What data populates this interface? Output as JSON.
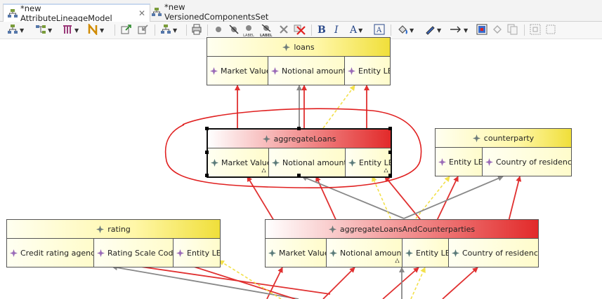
{
  "tabs": [
    {
      "label": "*new AttributeLineageModel",
      "active": true,
      "close_icon": "close-icon"
    },
    {
      "label": "*new VersionedComponentsSet",
      "active": false
    }
  ],
  "toolbar": {
    "icons": [
      "layout-icon",
      "tree-layout-icon",
      "order-icon",
      "n-icon",
      "export-icon",
      "import-icon",
      "hierarchy-icon",
      "print-icon",
      "dot-icon",
      "pin-icon",
      "label-icon",
      "label-off-icon",
      "delete-icon",
      "delete-all-icon",
      "bold-icon",
      "italic-icon",
      "font-color-icon",
      "text-icon",
      "fill-icon",
      "pen-icon",
      "arrow-style-icon",
      "image-icon",
      "undo-icon",
      "copy-icon",
      "zoom-icon",
      "fit-icon"
    ],
    "label_small": "LABEL",
    "bold": "B",
    "italic": "I",
    "font": "A"
  },
  "nodes": {
    "loans": {
      "title": "loans",
      "attrs": [
        "Market Value",
        "Notional amount",
        "Entity LEI"
      ]
    },
    "aggregateLoans": {
      "title": "aggregateLoans",
      "attrs": [
        "Market Value",
        "Notional amount",
        "Entity LEI"
      ]
    },
    "counterparty": {
      "title": "counterparty",
      "attrs": [
        "Entity LEI",
        "Country of residence"
      ]
    },
    "rating": {
      "title": "rating",
      "attrs": [
        "Credit rating agency",
        "Rating Scale Code",
        "Entity LEI"
      ]
    },
    "aggregateLoansAndCounterparties": {
      "title": "aggregateLoansAndCounterparties",
      "attrs": [
        "Market Value",
        "Notional amount",
        "Entity LEI",
        "Country of residence"
      ]
    }
  },
  "colors": {
    "edge_red": "#e03030",
    "edge_gray": "#888888",
    "edge_yellow": "#f2e04a",
    "annotation_red": "#e02020",
    "header_yellow": "#f0df3a",
    "header_red": "#e22a2a"
  }
}
